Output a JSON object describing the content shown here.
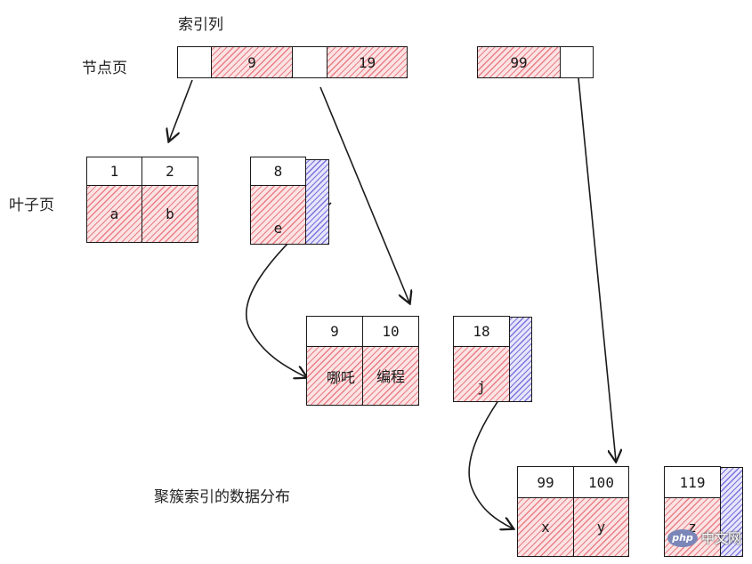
{
  "labels": {
    "index_column": "索引列",
    "node_page": "节点页",
    "leaf_page": "叶子页",
    "caption": "聚簇索引的数据分布"
  },
  "root": {
    "keys": [
      "9",
      "19",
      "99"
    ]
  },
  "leaves": [
    {
      "keys": [
        "1",
        "2"
      ],
      "values": [
        "a",
        "b"
      ]
    },
    {
      "keys": [
        "8"
      ],
      "values": [
        "e"
      ]
    },
    {
      "keys": [
        "9",
        "10"
      ],
      "values": [
        "哪吒",
        "编程"
      ]
    },
    {
      "keys": [
        "18"
      ],
      "values": [
        "j"
      ]
    },
    {
      "keys": [
        "99",
        "100"
      ],
      "values": [
        "x",
        "y"
      ]
    },
    {
      "keys": [
        "119"
      ],
      "values": [
        "z"
      ]
    }
  ],
  "watermark": {
    "logo": "php",
    "text": "中文网"
  },
  "colors": {
    "hatch_red": "#e45c64",
    "hatch_blue": "#665ed7",
    "stroke": "#1a1a1a"
  }
}
